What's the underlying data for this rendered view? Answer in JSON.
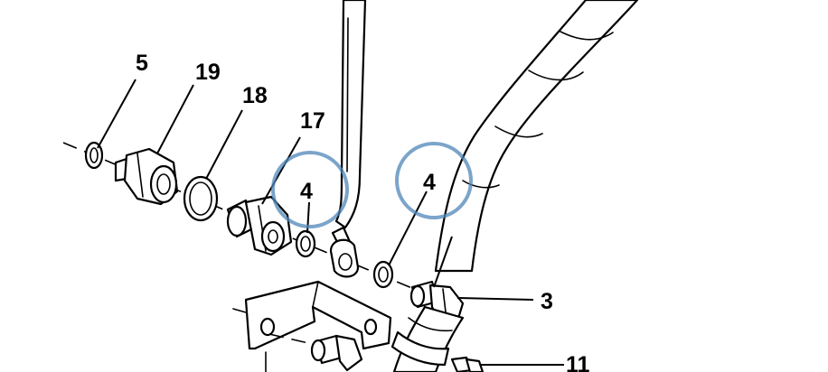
{
  "colors": {
    "highlight_ring": "#4f86b8",
    "line": "#000000",
    "background": "#ffffff"
  },
  "callouts": {
    "c5": "5",
    "c19": "19",
    "c18": "18",
    "c17": "17",
    "c4a": "4",
    "c4b": "4",
    "c3": "3",
    "c11": "11"
  },
  "highlighted_callouts": [
    "c4a",
    "c4b"
  ]
}
